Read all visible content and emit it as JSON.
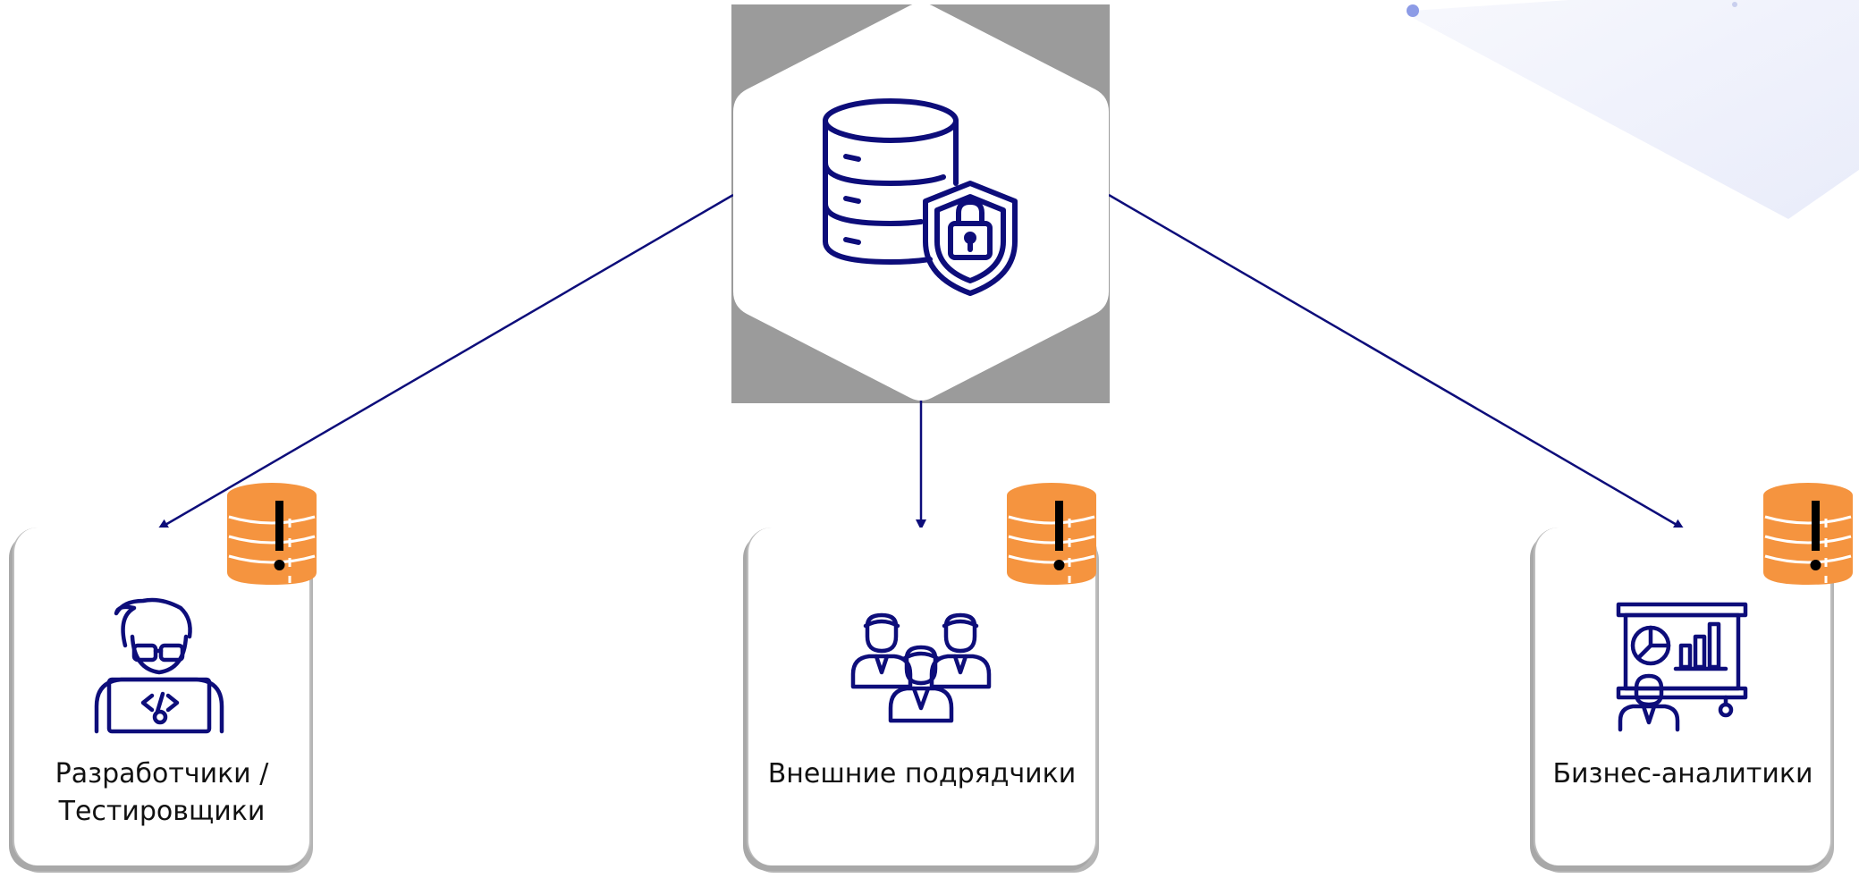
{
  "diagram": {
    "hub": {
      "icon": "database-shield-lock-icon"
    },
    "nodes": [
      {
        "id": "developers",
        "label_lines": [
          "Разработчики /",
          "Тестировщики"
        ],
        "icon": "developer-laptop-icon",
        "warning_icon": "database-warning-icon"
      },
      {
        "id": "contractors",
        "label_lines": [
          "Внешние подрядчики"
        ],
        "icon": "team-group-icon",
        "warning_icon": "database-warning-icon"
      },
      {
        "id": "analysts",
        "label_lines": [
          "Бизнес-аналитики"
        ],
        "icon": "presentation-analyst-icon",
        "warning_icon": "database-warning-icon"
      }
    ],
    "edges": [
      {
        "from": "hub",
        "to": "developers"
      },
      {
        "from": "hub",
        "to": "contractors"
      },
      {
        "from": "hub",
        "to": "analysts"
      }
    ],
    "colors": {
      "primary": "#0d0d7a",
      "warning": "#f5943f",
      "shadow": "#9b9b9b",
      "decor": "#eef1fb"
    }
  }
}
